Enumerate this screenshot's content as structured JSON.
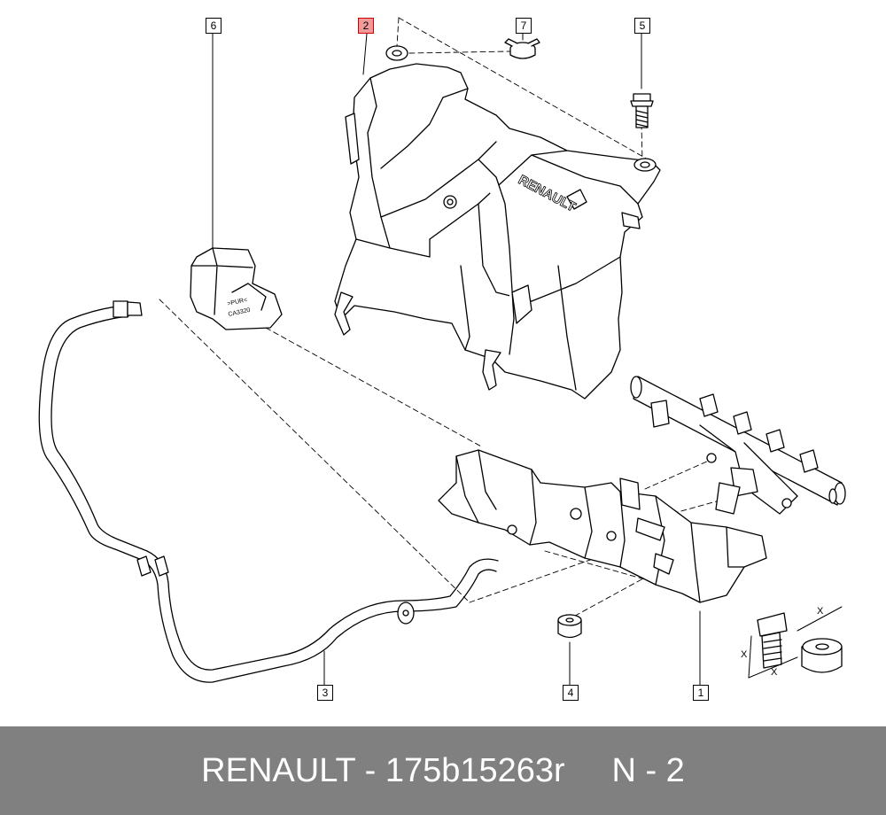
{
  "callouts": {
    "c1": "1",
    "c2": "2",
    "c3": "3",
    "c4": "4",
    "c5": "5",
    "c6": "6",
    "c7": "7"
  },
  "cover_brand": "RENAULT",
  "sensor_marks": {
    "line1": ">PUR<",
    "line2": "CA3320"
  },
  "hardware_marks": {
    "x1": "X",
    "x2": "X",
    "x3": "X"
  },
  "footer": {
    "brand": "RENAULT",
    "part_number": "175b15263r",
    "position": "N - 2"
  },
  "colors": {
    "footer_bg": "#808080",
    "highlight": "#f29a9a"
  }
}
